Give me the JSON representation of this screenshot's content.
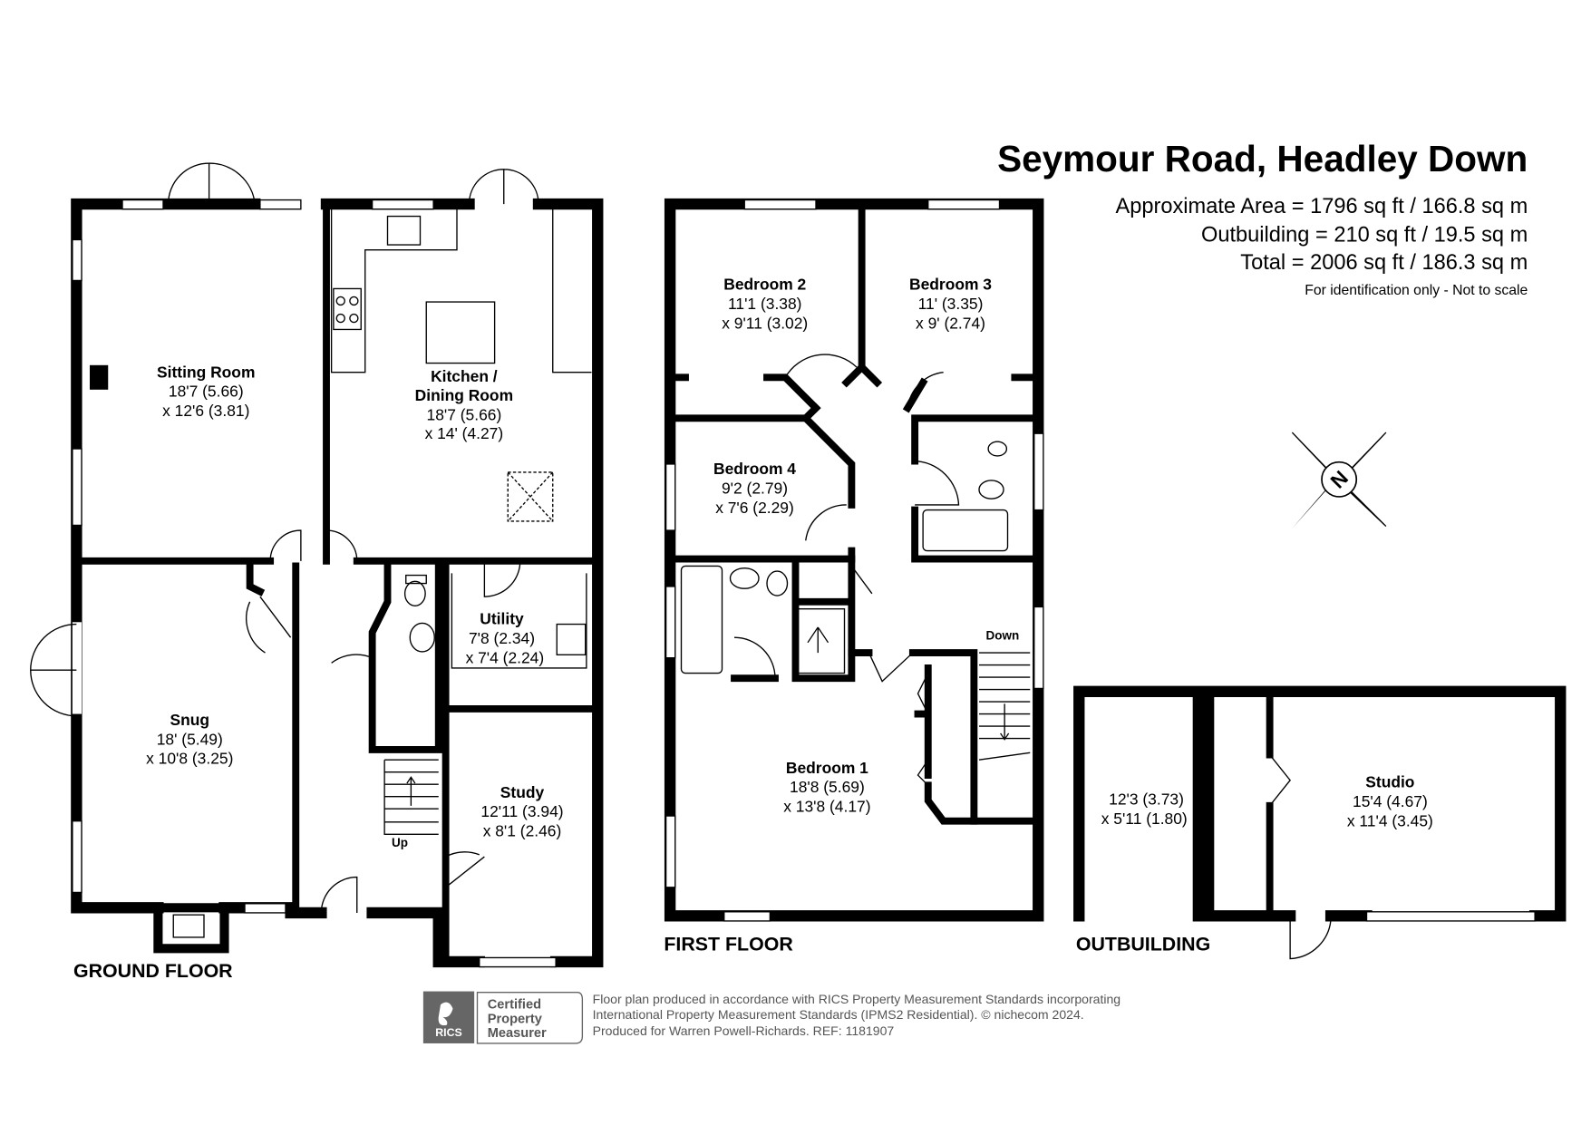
{
  "header": {
    "title": "Seymour Road, Headley Down",
    "area_lines": [
      "Approximate Area = 1796 sq ft / 166.8 sq m",
      "Outbuilding = 210 sq ft / 19.5 sq m",
      "Total = 2006 sq ft / 186.3 sq m"
    ],
    "note": "For identification only - Not to scale"
  },
  "floors": {
    "ground": {
      "label": "GROUND FLOOR",
      "rooms": [
        {
          "name": "Sitting Room",
          "dims": [
            "18'7 (5.66)",
            "x 12'6 (3.81)"
          ]
        },
        {
          "name": "Kitchen /",
          "name2": "Dining Room",
          "dims": [
            "18'7 (5.66)",
            "x 14' (4.27)"
          ]
        },
        {
          "name": "Snug",
          "dims": [
            "18' (5.49)",
            "x 10'8 (3.25)"
          ]
        },
        {
          "name": "Utility",
          "dims": [
            "7'8 (2.34)",
            "x 7'4 (2.24)"
          ]
        },
        {
          "name": "Study",
          "dims": [
            "12'11 (3.94)",
            "x 8'1 (2.46)"
          ]
        }
      ],
      "stair_label": "Up"
    },
    "first": {
      "label": "FIRST FLOOR",
      "rooms": [
        {
          "name": "Bedroom 2",
          "dims": [
            "11'1 (3.38)",
            "x 9'11 (3.02)"
          ]
        },
        {
          "name": "Bedroom 3",
          "dims": [
            "11' (3.35)",
            "x 9' (2.74)"
          ]
        },
        {
          "name": "Bedroom 4",
          "dims": [
            "9'2 (2.79)",
            "x 7'6 (2.29)"
          ]
        },
        {
          "name": "Bedroom 1",
          "dims": [
            "18'8 (5.69)",
            "x 13'8 (4.17)"
          ]
        }
      ],
      "stair_label": "Down"
    },
    "outbuilding": {
      "label": "OUTBUILDING",
      "rooms": [
        {
          "name": "",
          "dims": [
            "12'3 (3.73)",
            "x 5'11 (1.80)"
          ]
        },
        {
          "name": "Studio",
          "dims": [
            "15'4 (4.67)",
            "x 11'4 (3.45)"
          ]
        }
      ]
    }
  },
  "compass": {
    "label": "N"
  },
  "footer": {
    "badge": {
      "logo": "RICS",
      "lines": [
        "Certified",
        "Property",
        "Measurer"
      ]
    },
    "lines": [
      "Floor plan produced in accordance with RICS Property Measurement Standards incorporating",
      "International Property Measurement Standards (IPMS2 Residential).   © nichecom 2024.",
      "Produced for Warren Powell-Richards.   REF:  1181907"
    ]
  }
}
